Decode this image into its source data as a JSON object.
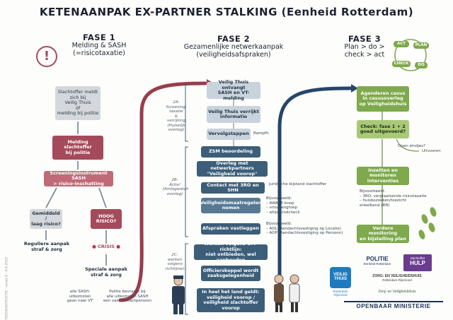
{
  "title": "KETENAANPAK EX-PARTNER STALKING (Eenheid Rotterdam)",
  "fase1": {
    "heading": "FASE 1",
    "subtitle": [
      "Melding & SASH",
      "(=risicotaxatie)"
    ],
    "box_melding_sub": [
      "Slachtoffer meldt zich bij",
      "Veilig Thuis",
      "óf",
      "melding bij politie"
    ],
    "box_melding_pol": [
      "Melding",
      "slachtoffer",
      "bij politie"
    ],
    "box_screening": [
      "Screeningsinstrument SASH",
      "> risico-inschatting"
    ],
    "box_gemiddeld": [
      "Gemiddeld /",
      "laag risico?"
    ],
    "box_hoog": [
      "HOOG",
      "RISICO?"
    ],
    "label_regulier": [
      "Reguliere aanpak",
      "straf & zorg"
    ],
    "label_crisis": "CRISIS",
    "label_speciale": [
      "Speciale aanpak",
      "straf & zorg"
    ],
    "note_sash": [
      "alle SASH-",
      "uitkomsten",
      "gaan naar VT"
    ],
    "note_politie": [
      "Politie bevraagt bij",
      "alle uitkomsten SASH",
      "een vast contactpersoon"
    ]
  },
  "fase2": {
    "heading": "FASE 2",
    "subtitle": [
      "Gezamenlijke netwerkaanpak",
      "(veiligheidsafspraken)"
    ],
    "box_vt_ontvangt": [
      "Veilig Thuis ontvangt",
      "SASH en VT-melding"
    ],
    "box_vt_verrijkt": [
      "Veilig Thuis verrijkt",
      "informatie"
    ],
    "box_vervolg": "Vervolgstappen",
    "note_rampfit": "Rampfit",
    "box_zsm": "ZSM beoordeling",
    "box_overleg": [
      "Overleg met netwerkpartners",
      "\"Veiligheid voorop\""
    ],
    "box_contact": "Contact met 3RO en SHN",
    "box_maatregelen": [
      "Veiligheidsmaatregelen",
      "nemen"
    ],
    "box_afspraken": "Afspraken vastleggen",
    "box_om": [
      "Werken volgens OM-richtlijn:",
      "niet ontbieden, wel aanhouden"
    ],
    "box_officier": [
      "Officierskoppel wordt",
      "zaaksgelegenheid"
    ],
    "box_land": [
      "In heel het land geldt:",
      "veiligheid voorop /",
      "veiligheid slachtoffer voorop"
    ],
    "note_2a": [
      "2A:",
      "Screening,",
      "taxatie",
      "&",
      "verrijking",
      "(Huiselijk overleg)"
    ],
    "note_2b": [
      "2B:",
      "Actie!",
      "(Ambigwatch overleg)"
    ],
    "note_2c": [
      "2C:",
      "werken volgens",
      "richtlijnen"
    ],
    "note_juridisch": "Juridische bijstand slachtoffer",
    "note_bijv1": [
      "Bijvoorbeeld:",
      "– AWARE-knop",
      "– vrouwengroep",
      "– altijd kindcheck"
    ],
    "note_bijv2": [
      "Bijvoorbeeld:",
      "– AOL (Aandachtsvestiging op Locatie)",
      "– AOP (Aandachtsvestiging op Persoon)"
    ]
  },
  "fase3": {
    "heading": "FASE 3",
    "subtitle": [
      "Plan > do >",
      "check > act"
    ],
    "cycle": [
      "ACT",
      "PLAN",
      "CHECK",
      "DO"
    ],
    "box_agenderen": [
      "Agenderen casus",
      "in casusoverleg",
      "op Veiligheidshuis"
    ],
    "box_check": [
      "Check: fase 1 + 2",
      "goed uitgevoerd?"
    ],
    "note_open": "Open eindjes?",
    "note_uitvoeren": "Uitvoeren",
    "box_inzetten": [
      "Inzetten en monitoren",
      "interventies"
    ],
    "note_bijv3": [
      "Bijvoorbeeld:",
      "– 3RO: verplaatsende risicotaxatie",
      "– huisbezoeken/toezicht",
      "enkelband (RN)"
    ],
    "box_monitoring": [
      "Verdere monitoring",
      "en bijstelling plan"
    ]
  },
  "logos": {
    "politie": "POLITIE",
    "politie_sub": "Eenheid Rotterdam",
    "slachtofferhulp": [
      "slachtoffer",
      "HULP"
    ],
    "veilig_thuis": [
      "VEILIG",
      "THUIS"
    ],
    "vt_sub": [
      "Rotterdam",
      "Rijnmond"
    ],
    "zorg": [
      "ZORG- EN VEILIGHEIDSHUIS",
      "Rotterdam-Rijnmond"
    ],
    "zorg2": "Zorg- en Veiligheidshuis",
    "om": "OPENBAAR MINISTERIE"
  },
  "side_credit": "TEKENINSTRUCTIE · versie 6 · 4-6-2019"
}
